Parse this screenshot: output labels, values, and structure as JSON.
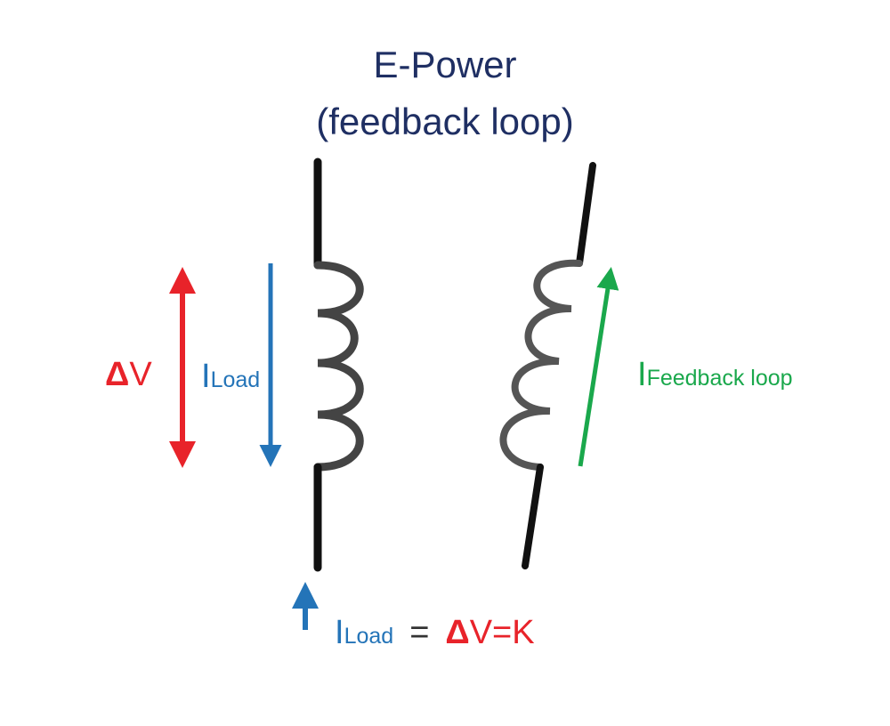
{
  "title": {
    "line1": "E-Power",
    "line2": "(feedback loop)"
  },
  "labels": {
    "delta_v": {
      "symbol": "Δ",
      "text": "V"
    },
    "i_load": {
      "main": "I",
      "sub": "Load"
    },
    "i_feedback": {
      "main": "I",
      "sub": "Feedback loop"
    },
    "equation": {
      "i_main": "I",
      "i_sub": "Load",
      "equals": "=",
      "delta": "Δ",
      "rhs": "V=K"
    }
  },
  "colors": {
    "title": "#1f2f63",
    "delta_v": "#e8232a",
    "i_load": "#2474b8",
    "i_feedback": "#1aa84c",
    "coil_primary": "#111111",
    "coil_secondary": "#404040",
    "equals": "#333333"
  },
  "icons": [
    "red-double-arrow",
    "blue-down-arrow",
    "green-up-arrow",
    "blue-up-arrow",
    "primary-coil",
    "secondary-coil"
  ]
}
